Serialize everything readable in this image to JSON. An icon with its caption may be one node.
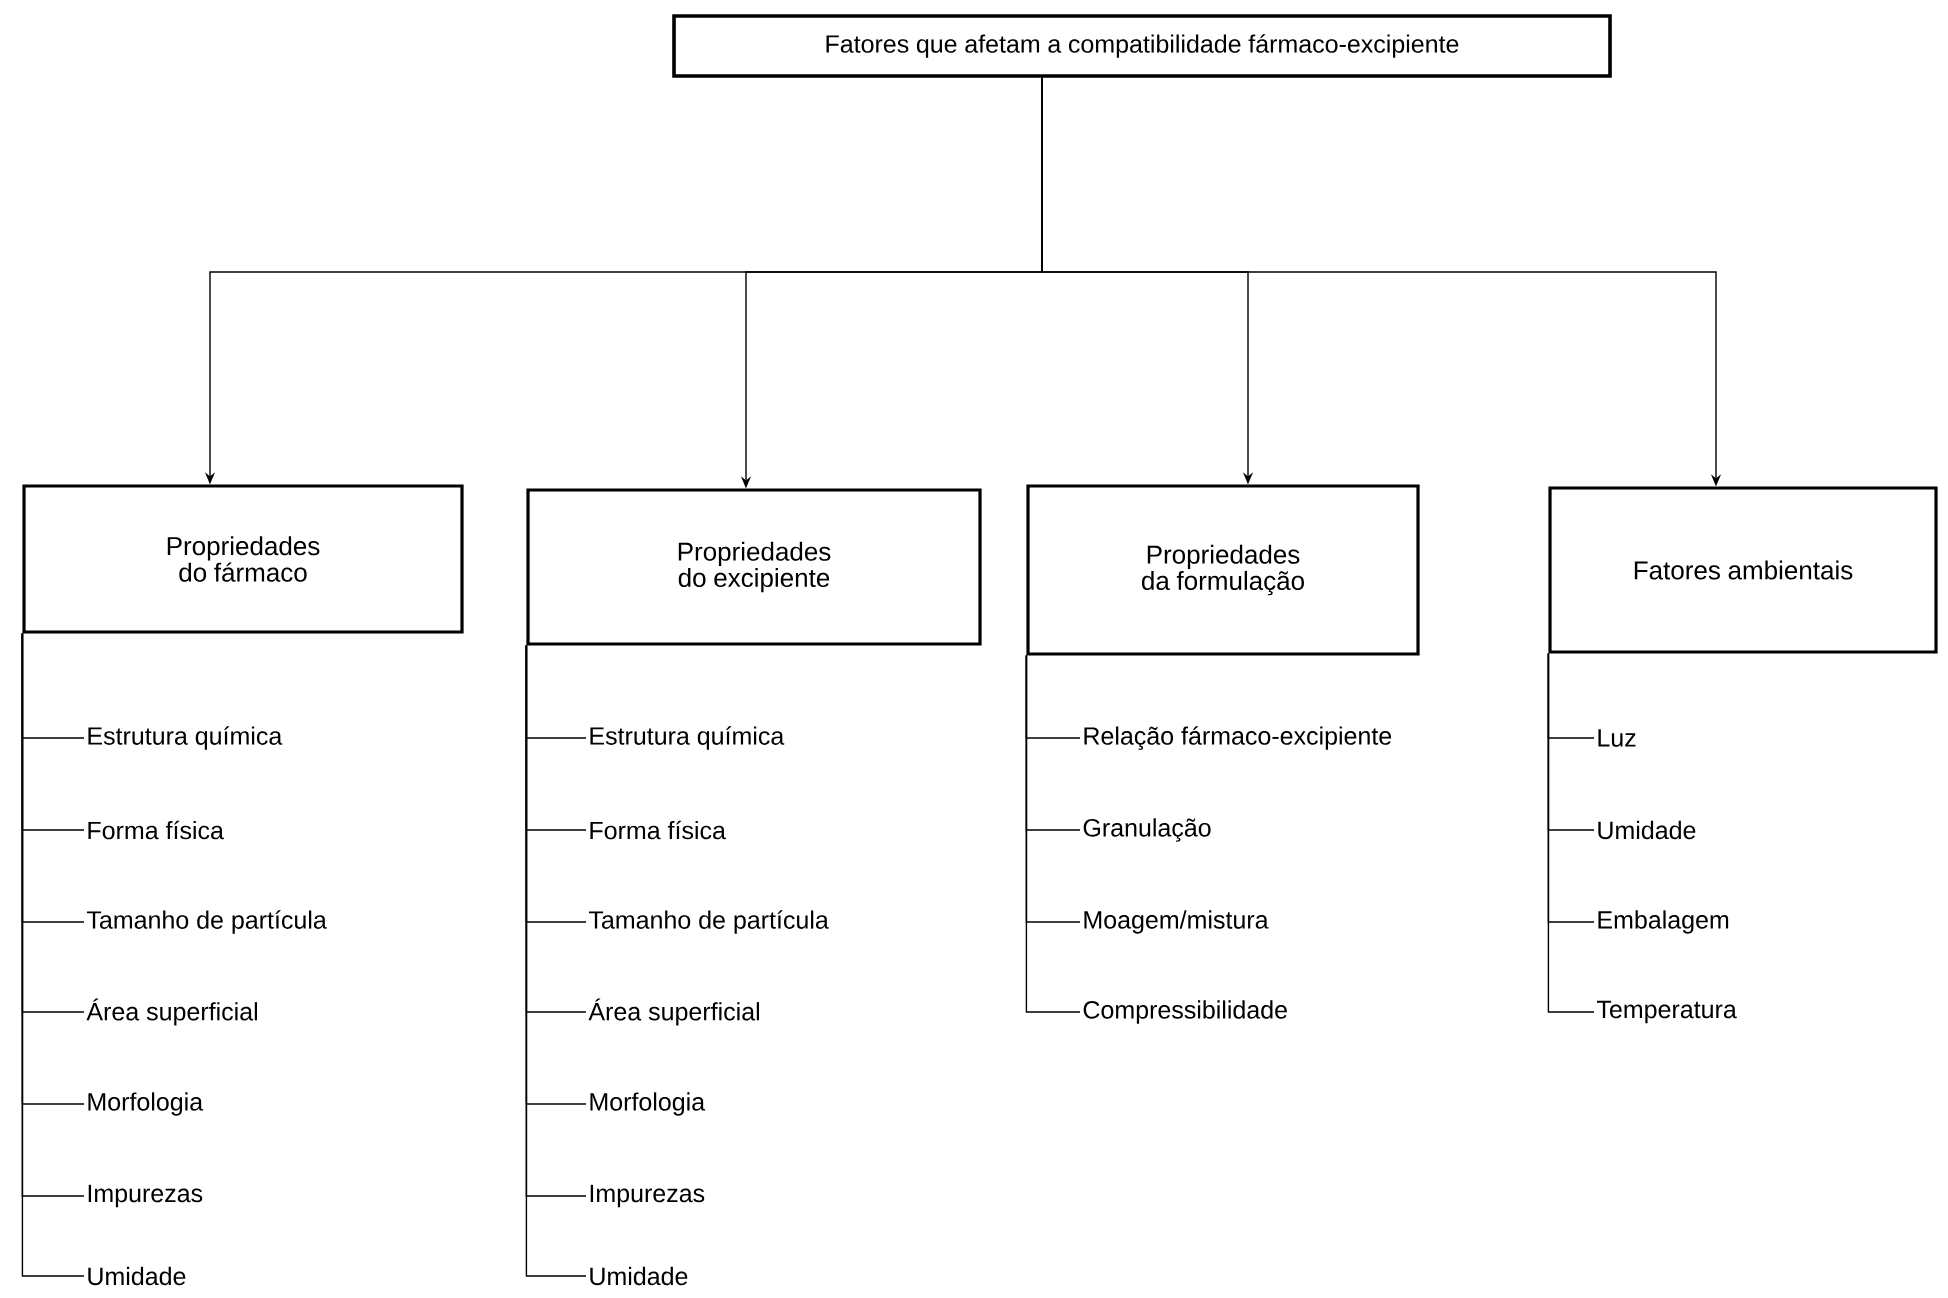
{
  "diagram": {
    "nodes": [
      {
        "text": [
          "Fatores que afetam a compatibilidade fármaco-excipiente"
        ]
      },
      {
        "text": [
          "Propriedades do fármaco"
        ]
      },
      {
        "text": [
          "Propriedades do excipiente"
        ]
      },
      {
        "text": [
          "Propriedades da formulação"
        ]
      },
      {
        "text": [
          "Fatores ambientais"
        ]
      },
      {
        "text": [
          "Estrutura química"
        ]
      },
      {
        "text": [
          "Forma física"
        ]
      },
      {
        "text": [
          "Tamanho de partícula"
        ]
      },
      {
        "text": [
          "Área superficial"
        ]
      },
      {
        "text": [
          "Morfologia"
        ]
      },
      {
        "text": [
          "Impurezas"
        ]
      },
      {
        "text": [
          "Umidade"
        ]
      },
      {
        "text": [
          "Estrutura química"
        ]
      },
      {
        "text": [
          "Forma física"
        ]
      },
      {
        "text": [
          "Tamanho de partícula"
        ]
      },
      {
        "text": [
          "Área superficial"
        ]
      },
      {
        "text": [
          "Morfologia"
        ]
      },
      {
        "text": [
          "Impurezas"
        ]
      },
      {
        "text": [
          "Umidade"
        ]
      },
      {
        "text": [
          "Relação fármaco-excipiente"
        ]
      },
      {
        "text": [
          "Granulação"
        ]
      },
      {
        "text": [
          "Moagem/mistura"
        ]
      },
      {
        "text": [
          "Compressibilidade"
        ]
      },
      {
        "text": [
          "Luz"
        ]
      },
      {
        "text": [
          "Umidade"
        ]
      },
      {
        "text": [
          "Embalagem"
        ]
      },
      {
        "text": [
          "Temperatura"
        ]
      }
    ],
    "edges": [
      {
        "from": 0,
        "to": 1,
        "arrow": "to"
      },
      {
        "from": 0,
        "to": 2,
        "arrow": "to"
      },
      {
        "from": 0,
        "to": 3,
        "arrow": "to"
      },
      {
        "from": 0,
        "to": 4,
        "arrow": "to"
      },
      {
        "from": 1,
        "to": 5,
        "arrow": "none"
      },
      {
        "from": 1,
        "to": 6,
        "arrow": "none"
      },
      {
        "from": 1,
        "to": 7,
        "arrow": "none"
      },
      {
        "from": 1,
        "to": 8,
        "arrow": "none"
      },
      {
        "from": 1,
        "to": 9,
        "arrow": "none"
      },
      {
        "from": 1,
        "to": 10,
        "arrow": "none"
      },
      {
        "from": 1,
        "to": 11,
        "arrow": "none"
      },
      {
        "from": 2,
        "to": 12,
        "arrow": "none"
      },
      {
        "from": 2,
        "to": 13,
        "arrow": "none"
      },
      {
        "from": 2,
        "to": 14,
        "arrow": "none"
      },
      {
        "from": 2,
        "to": 15,
        "arrow": "none"
      },
      {
        "from": 2,
        "to": 16,
        "arrow": "none"
      },
      {
        "from": 2,
        "to": 17,
        "arrow": "none"
      },
      {
        "from": 2,
        "to": 18,
        "arrow": "none"
      },
      {
        "from": 3,
        "to": 19,
        "arrow": "none"
      },
      {
        "from": 3,
        "to": 20,
        "arrow": "none"
      },
      {
        "from": 3,
        "to": 21,
        "arrow": "none"
      },
      {
        "from": 3,
        "to": 22,
        "arrow": "none"
      },
      {
        "from": 4,
        "to": 23,
        "arrow": "none"
      },
      {
        "from": 4,
        "to": 24,
        "arrow": "none"
      },
      {
        "from": 4,
        "to": 25,
        "arrow": "none"
      },
      {
        "from": 4,
        "to": 26,
        "arrow": "none"
      }
    ]
  }
}
